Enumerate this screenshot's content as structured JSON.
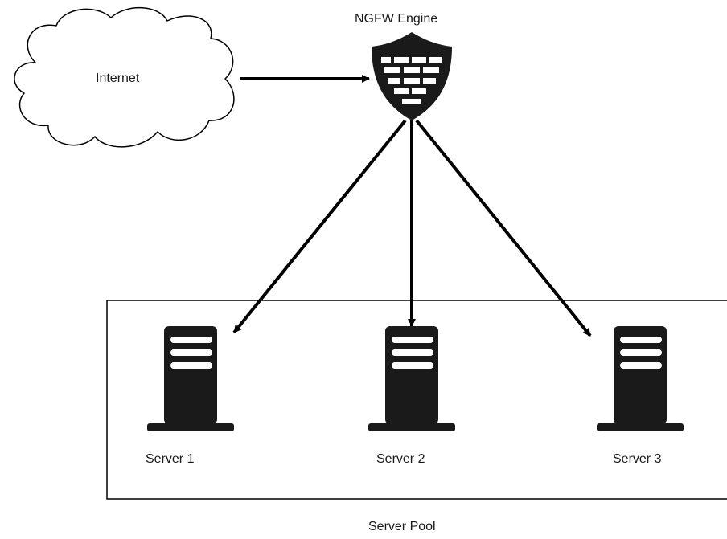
{
  "internet": {
    "label": "Internet"
  },
  "engine": {
    "label": "NGFW Engine"
  },
  "servers": [
    {
      "label": "Server 1"
    },
    {
      "label": "Server 2"
    },
    {
      "label": "Server 3"
    }
  ],
  "pool": {
    "label": "Server Pool"
  },
  "colors": {
    "stroke": "#000000",
    "icon_fill": "#1a1a1a",
    "background": "#ffffff"
  },
  "icons": {
    "engine": "firewall-shield-icon",
    "server": "server-tower-icon",
    "internet": "cloud-icon"
  },
  "connections": [
    {
      "from": "Internet",
      "to": "NGFW Engine"
    },
    {
      "from": "NGFW Engine",
      "to": "Server 1"
    },
    {
      "from": "NGFW Engine",
      "to": "Server 2"
    },
    {
      "from": "NGFW Engine",
      "to": "Server 3"
    }
  ]
}
